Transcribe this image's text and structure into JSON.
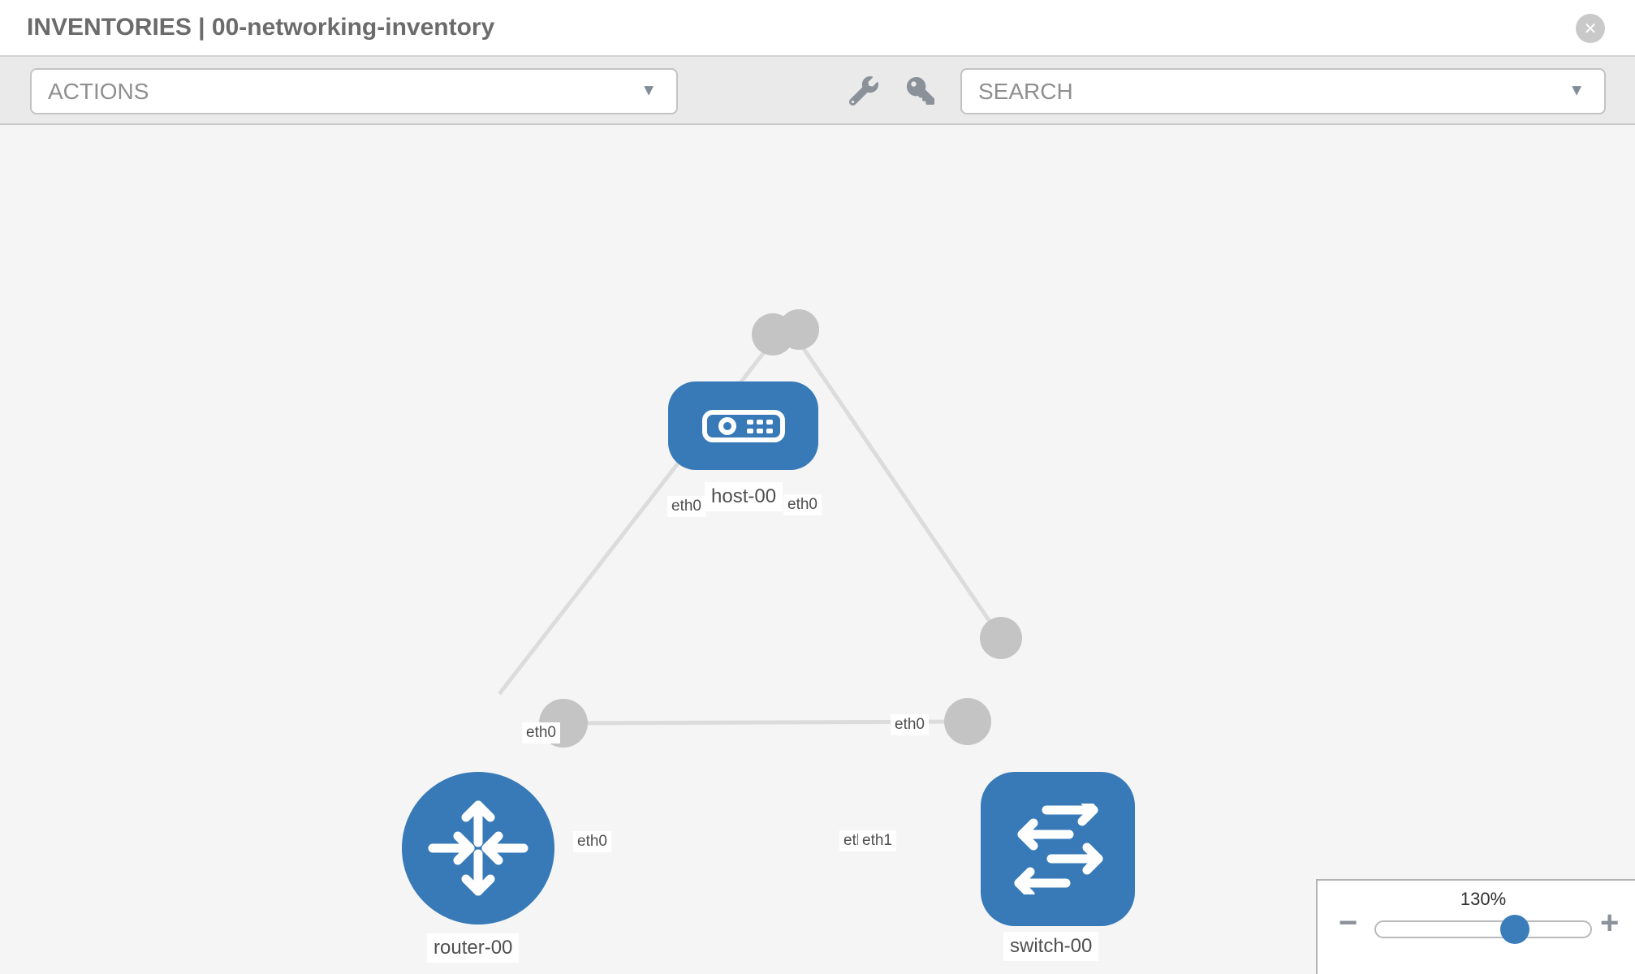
{
  "header": {
    "title": "INVENTORIES | 00-networking-inventory"
  },
  "toolbar": {
    "actions_label": "ACTIONS",
    "search_label": "SEARCH"
  },
  "icons": {
    "close": "✕",
    "chevron_down": "▼",
    "minus": "−",
    "plus": "+"
  },
  "colors": {
    "node_blue": "#377ab7",
    "slider_handle_blue": "#3b7dba",
    "link_gray": "#dcdcdc",
    "interface_dot_gray": "#c4c4c4",
    "canvas_bg": "#f5f5f5",
    "toolbar_bg": "#eaeaea",
    "label_text": "#4f4f4f",
    "muted_text": "#8f8f8f"
  },
  "topology": {
    "nodes": [
      {
        "id": "host-00",
        "type": "host",
        "label": "host-00"
      },
      {
        "id": "router-00",
        "type": "router",
        "label": "router-00"
      },
      {
        "id": "switch-00",
        "type": "switch",
        "label": "switch-00"
      }
    ],
    "links": [
      {
        "from": "host-00",
        "from_iface": "eth0",
        "to": "router-00",
        "to_iface": "eth0"
      },
      {
        "from": "host-00",
        "from_iface": "eth0",
        "to": "switch-00",
        "to_iface": "eth0"
      },
      {
        "from": "router-00",
        "from_iface": "eth0",
        "to": "switch-00",
        "to_iface": "eth1"
      }
    ],
    "iface_labels": [
      "eth0",
      "eth0",
      "eth0",
      "eth0",
      "eth0",
      "eth0",
      "eth1"
    ]
  },
  "zoom_control": {
    "level": "130%",
    "percent": 130
  }
}
